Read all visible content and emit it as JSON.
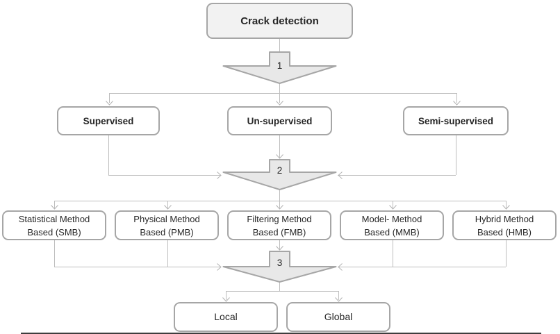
{
  "flowchart": {
    "root": "Crack detection",
    "arrow_labels": [
      "1",
      "2",
      "3"
    ],
    "level2": [
      "Supervised",
      "Un-supervised",
      "Semi-supervised"
    ],
    "level3": [
      {
        "line1": "Statistical Method",
        "line2": "Based (SMB)"
      },
      {
        "line1": "Physical Method",
        "line2": "Based (PMB)"
      },
      {
        "line1": "Filtering Method",
        "line2": "Based (FMB)"
      },
      {
        "line1": "Model- Method",
        "line2": "Based (MMB)"
      },
      {
        "line1": "Hybrid Method",
        "line2": "Based (HMB)"
      }
    ],
    "level4": [
      "Local",
      "Global"
    ],
    "colors": {
      "box_border": "#a6a6a6",
      "root_fill": "#f2f2f2",
      "box_fill": "#ffffff",
      "arrow_fill": "#e8e8e8",
      "arrow_border": "#a6a6a6",
      "connector": "#bdbdbd",
      "text": "#262626",
      "bottom_rule": "#3d3d3d"
    }
  }
}
